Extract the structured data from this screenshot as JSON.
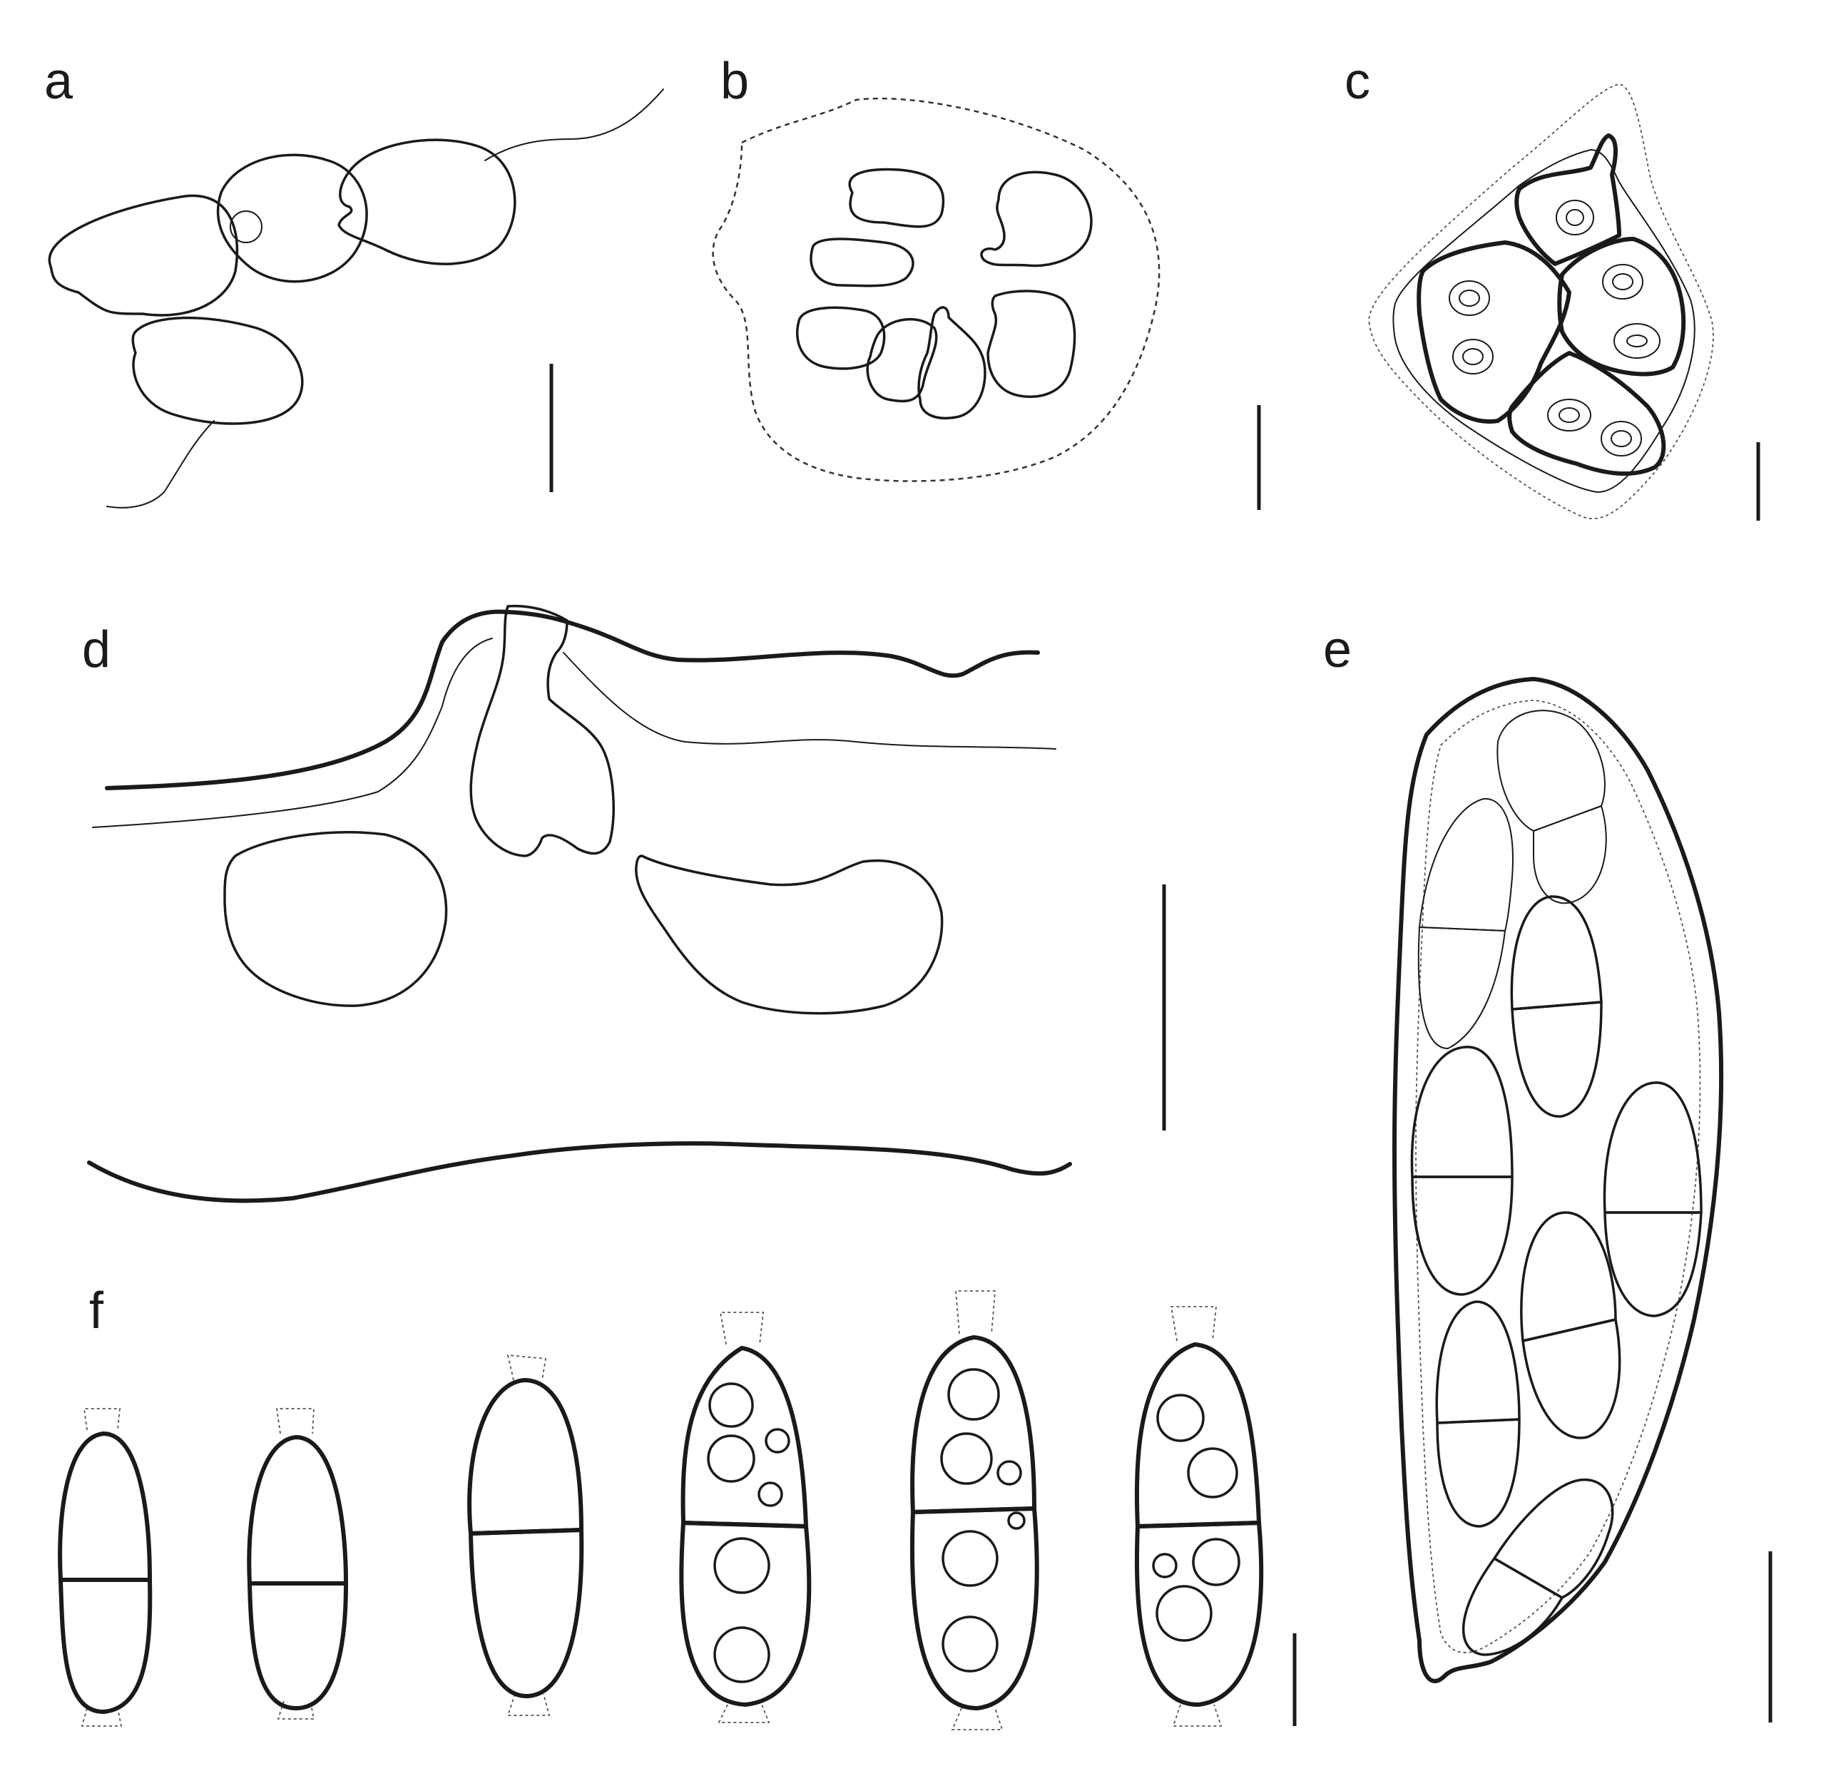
{
  "figure": {
    "panels": [
      {
        "id": "a",
        "label": "a"
      },
      {
        "id": "b",
        "label": "b"
      },
      {
        "id": "c",
        "label": "c"
      },
      {
        "id": "d",
        "label": "d"
      },
      {
        "id": "e",
        "label": "e"
      },
      {
        "id": "f",
        "label": "f"
      }
    ],
    "colors": {
      "ink": "#1a1a1a",
      "background": "#ffffff"
    }
  }
}
